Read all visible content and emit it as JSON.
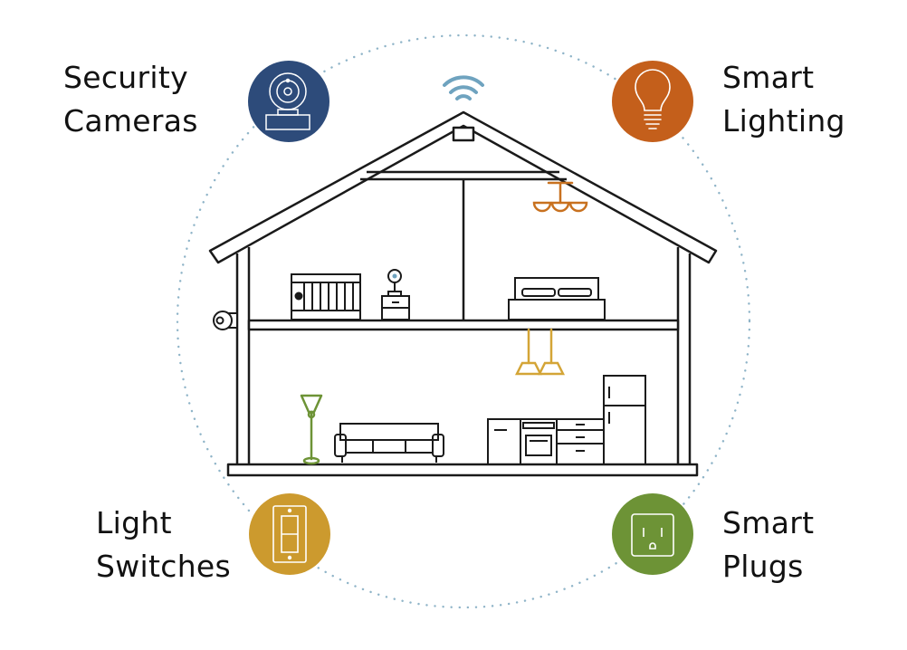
{
  "features": {
    "security_cameras": {
      "line1": "Security",
      "line2": "Cameras",
      "color": "#2d4b7a",
      "icon": "security-camera-icon"
    },
    "smart_lighting": {
      "line1": "Smart",
      "line2": "Lighting",
      "color": "#c45f1b",
      "icon": "light-bulb-icon"
    },
    "light_switches": {
      "line1": "Light",
      "line2": "Switches",
      "color": "#cc9a2e",
      "icon": "light-switch-icon"
    },
    "smart_plugs": {
      "line1": "Smart",
      "line2": "Plugs",
      "color": "#6d9336",
      "icon": "power-outlet-icon"
    }
  },
  "colors": {
    "outline": "#1a1a1a",
    "wifi": "#6fa3bf",
    "dotted_circle": "#8fb4c8",
    "chandelier": "#c8711f",
    "pendant_lamps": "#d4a537",
    "floor_lamp": "#6d9336"
  }
}
